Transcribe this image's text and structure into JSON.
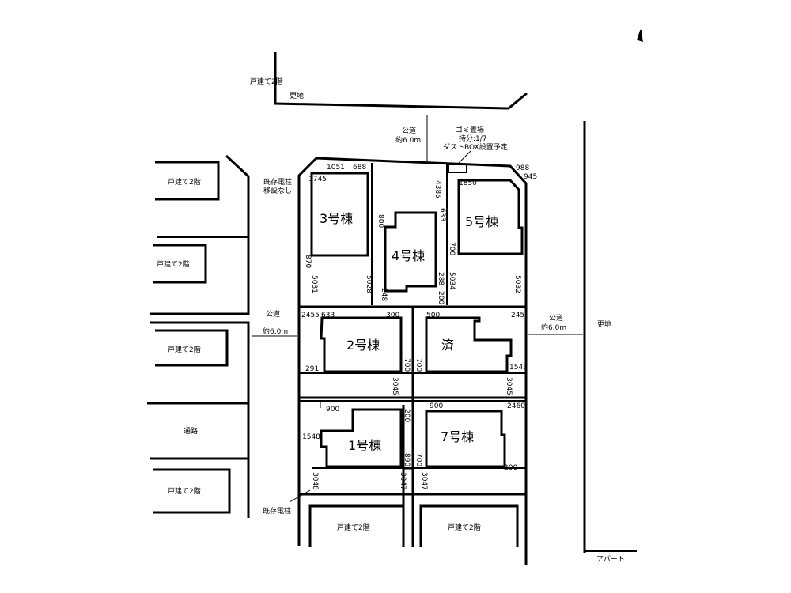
{
  "neighbors": {
    "top_house": "戸建て2階",
    "top_vacant": "更地",
    "left_house_1": "戸建て2階",
    "left_house_2": "戸建て2階",
    "left_house_3": "戸建て2階",
    "left_passage": "通路",
    "left_house_4": "戸建て2階",
    "bottom_house_left": "戸建て2階",
    "bottom_house_right": "戸建て2階",
    "right_vacant": "更地",
    "right_apartment": "アパート"
  },
  "roads": {
    "top_label": "公道",
    "top_width": "約6.0m",
    "left_label": "公道",
    "left_width": "約6.0m",
    "right_label": "公道",
    "right_width": "約6.0m"
  },
  "notes": {
    "garbage_line1": "ゴミ置場",
    "garbage_line2": "持分:1/7",
    "garbage_line3": "ダストBOX設置予定",
    "pole_top_line1": "既存電柱",
    "pole_top_line2": "移設なし",
    "pole_bottom": "既存電柱"
  },
  "buildings": {
    "b1": "1号棟",
    "b2": "2号棟",
    "b3": "3号棟",
    "b4": "4号棟",
    "b5": "5号棟",
    "b7": "7号棟",
    "sold": "済"
  },
  "dims": {
    "d1745": "1745",
    "d1051": "1051",
    "d688": "688",
    "d870": "870",
    "d5031": "5031",
    "d5028": "5028",
    "d800": "800",
    "d4385": "4385",
    "d633a": "633",
    "d248": "248",
    "d288": "288",
    "d200a": "200",
    "d1850": "1850",
    "d988": "988",
    "d945": "945",
    "d700a": "700",
    "d5034": "5034",
    "d5032": "5032",
    "d2455": "2455",
    "d633b": "633",
    "d300": "300",
    "d500": "500",
    "d245": "245",
    "d291": "291",
    "d700b": "700",
    "d700c": "700",
    "d1543": "1543",
    "d3045a": "3045",
    "d3045b": "3045",
    "d900a": "900",
    "d200b": "200",
    "d900b": "900",
    "d2460": "2460",
    "d1548": "1548",
    "d890": "890",
    "d700d": "700",
    "d200c": "200",
    "d3048": "3048",
    "d3047a": "3047",
    "d3047b": "3047"
  }
}
